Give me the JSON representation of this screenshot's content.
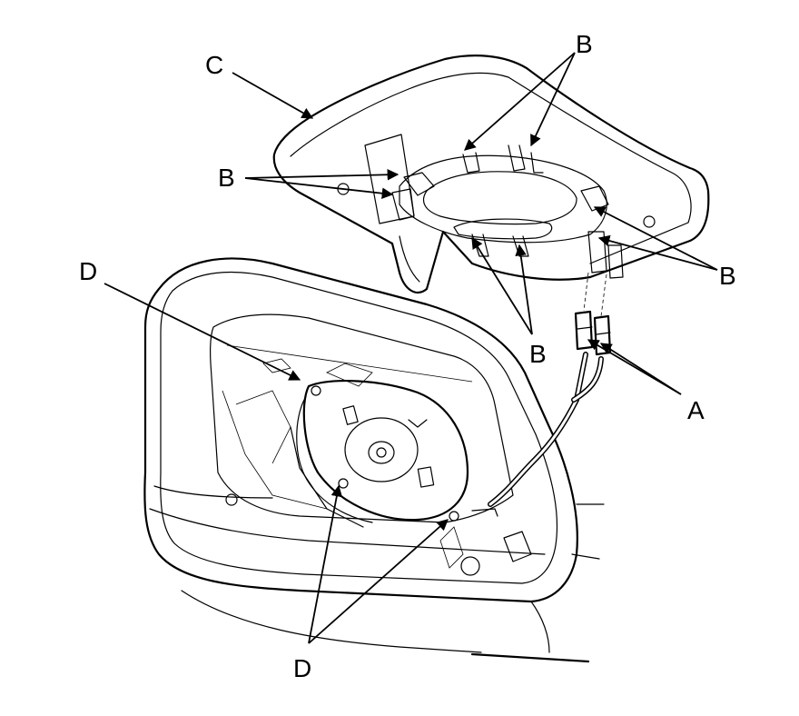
{
  "labels": {
    "a": "A",
    "b_top": "B",
    "b_left": "B",
    "b_right": "B",
    "b_bottom": "B",
    "c": "C",
    "d_top": "D",
    "d_bottom": "D"
  },
  "colors": {
    "line": "#000000",
    "background": "#ffffff"
  }
}
